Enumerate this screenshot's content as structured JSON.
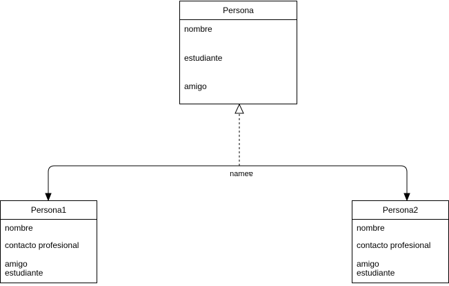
{
  "classes": {
    "persona": {
      "name": "Persona",
      "attributes": [
        "nombre",
        "estudiante",
        "amigo"
      ]
    },
    "persona1": {
      "name": "Persona1",
      "attributes": [
        "nombre",
        "contacto profesional",
        "amigo",
        "estudiante"
      ]
    },
    "persona2": {
      "name": "Persona2",
      "attributes": [
        "nombre",
        "contacto profesional",
        "amigo",
        "estudiante"
      ]
    }
  },
  "edge": {
    "label": "nameɐ"
  },
  "colors": {
    "stroke": "#000000",
    "background": "#ffffff"
  }
}
